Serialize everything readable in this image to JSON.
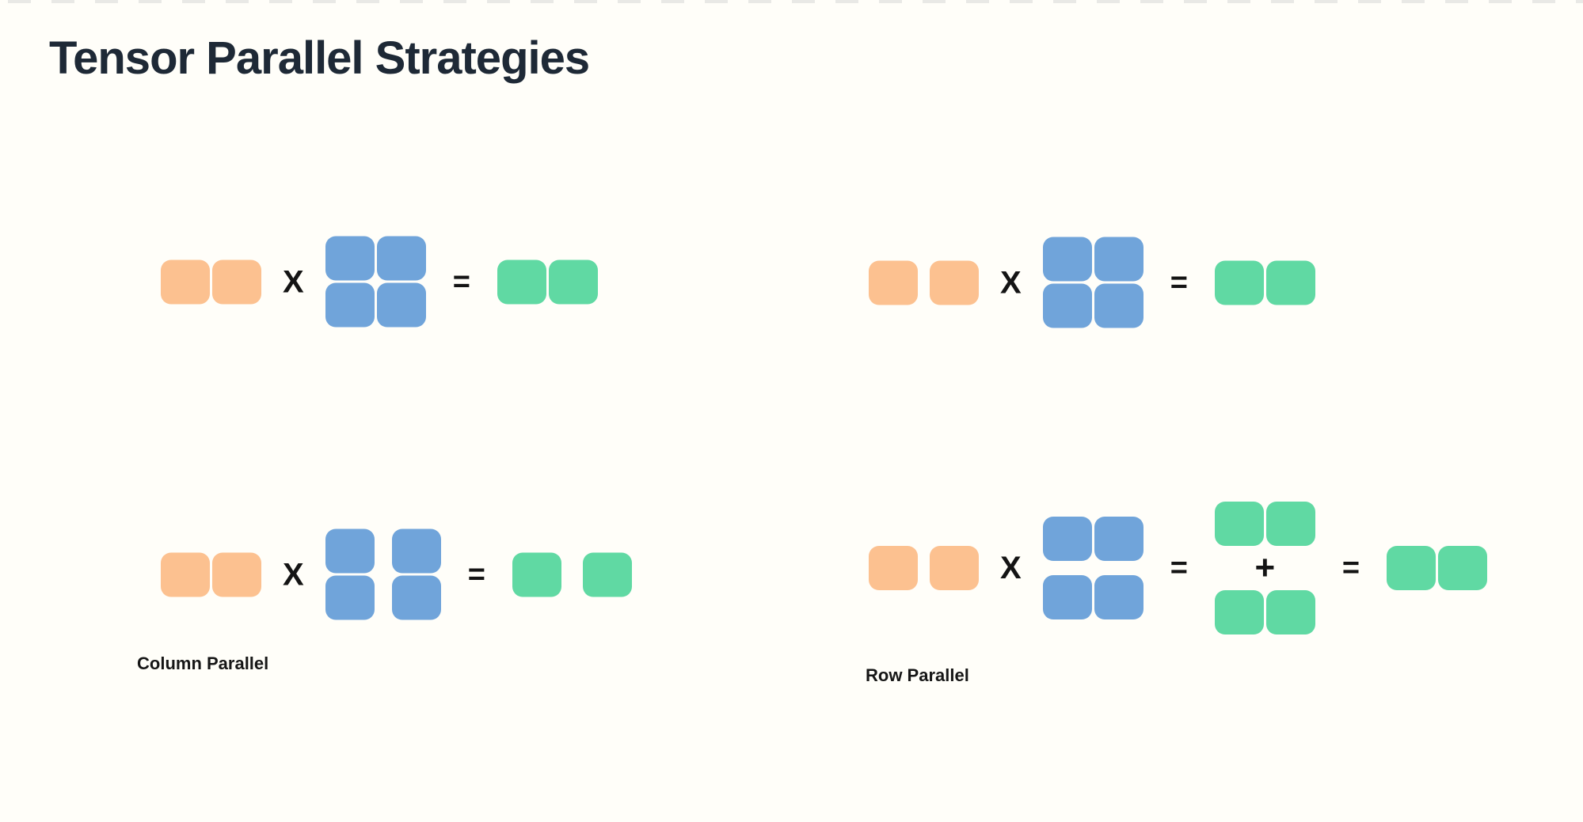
{
  "title": "Tensor Parallel Strategies",
  "colors": {
    "page_bg": "#FFFEF9",
    "top_dash": "#E9E9E6",
    "title_text": "#1E2936",
    "input": "#FCC190",
    "weights": "#70A4DA",
    "output": "#60D9A3",
    "operator": "#141414"
  },
  "ops": {
    "multiply": "X",
    "equals": "=",
    "plus": "+"
  },
  "labels": {
    "column_parallel": "Column Parallel",
    "row_parallel": "Row Parallel"
  },
  "diagrams": {
    "top_left": {
      "input_blocks": 2,
      "weight_rows": 2,
      "weight_cols": 2,
      "weight_split": "none",
      "output_blocks": 2
    },
    "top_right": {
      "input_blocks": 2,
      "weight_rows": 2,
      "weight_cols": 2,
      "weight_split": "none",
      "output_blocks": 2
    },
    "column_parallel": {
      "input_blocks": 2,
      "weight_rows": 2,
      "weight_cols": 2,
      "weight_split": "columns",
      "output_blocks": 2
    },
    "row_parallel": {
      "input_blocks": 2,
      "weight_rows": 2,
      "weight_cols": 2,
      "weight_split": "rows",
      "partial_outputs": 2,
      "partial_output_blocks": 2,
      "output_blocks": 2
    }
  }
}
